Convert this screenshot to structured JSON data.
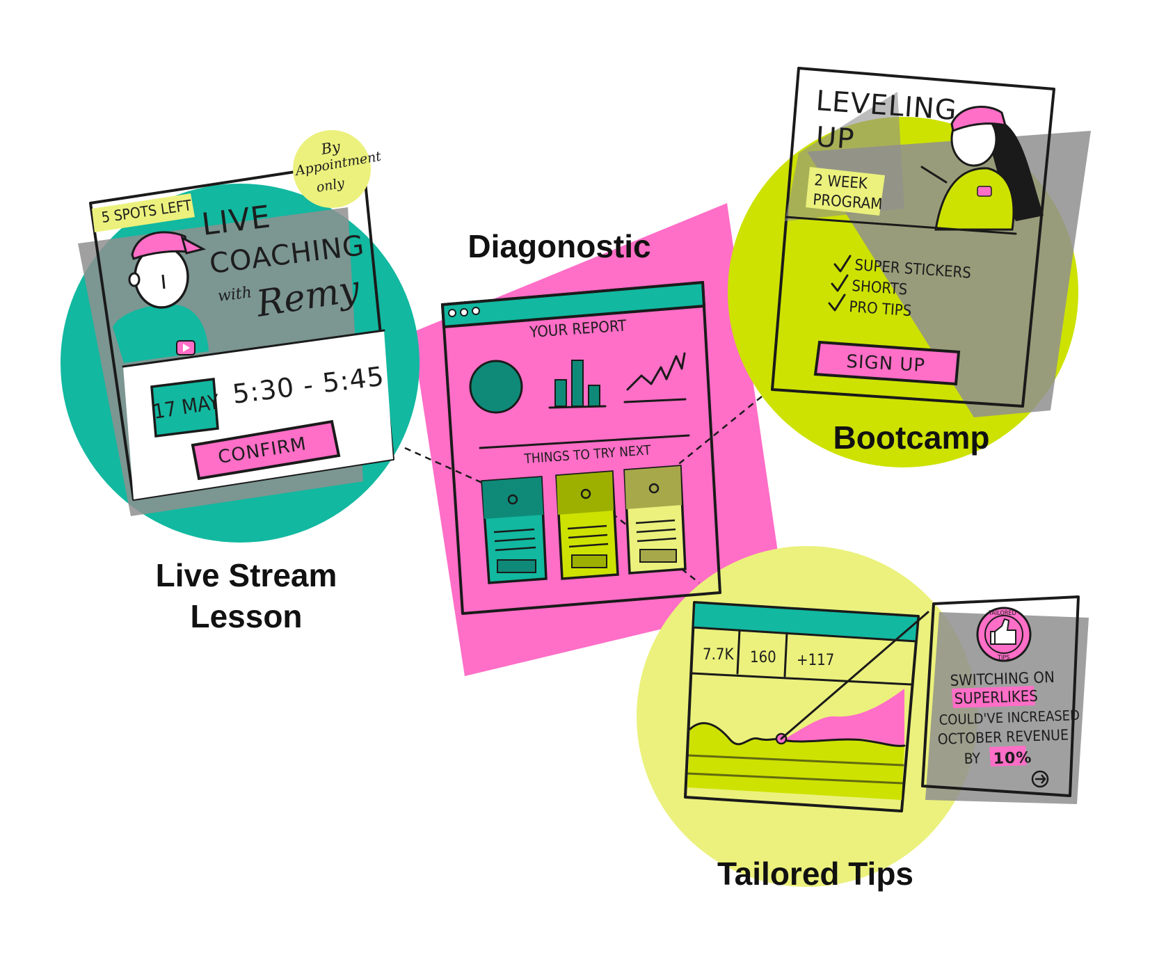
{
  "colors": {
    "teal": "#12b8a0",
    "dark_teal": "#0f8a78",
    "lime": "#cde200",
    "pale_lime": "#ebf17c",
    "pink": "#ff6ec7",
    "gray": "#8f8f8f"
  },
  "labels": {
    "live_stream": [
      "Live Stream",
      "Lesson"
    ],
    "diagnostic": "Diagonostic",
    "bootcamp": "Bootcamp",
    "tailored_tips": "Tailored Tips"
  },
  "live_card": {
    "spots_badge": "5 SPOTS LEFT",
    "appointment": [
      "By",
      "Appointment",
      "only"
    ],
    "title": [
      "LIVE",
      "COACHING"
    ],
    "with": "with",
    "host": "Remy",
    "date": "17 MAY",
    "time": "5:30 - 5:45",
    "confirm": "CONFIRM",
    "icons": {
      "avatar": "coach-illustration",
      "play": "play-icon"
    }
  },
  "report": {
    "title": "YOUR REPORT",
    "section": "THINGS TO TRY NEXT",
    "icons": {
      "circle": "pie-icon",
      "bars": "bar-chart-icon",
      "line": "line-chart-icon"
    }
  },
  "bootcamp_card": {
    "title": [
      "LEVELING",
      "UP"
    ],
    "badge": [
      "2 WEEK",
      "PROGRAM"
    ],
    "checklist": [
      "SUPER STICKERS",
      "SHORTS",
      "PRO TIPS"
    ],
    "signup": "SIGN UP",
    "icons": {
      "check": "check-icon",
      "person": "woman-illustration"
    }
  },
  "tips": {
    "stats": [
      "7.7K",
      "160",
      "+117"
    ],
    "seal": [
      "TAILORED",
      "TIPS"
    ],
    "message": [
      "SWITCHING ON",
      "SUPERLIKES",
      "COULD'VE INCREASED",
      "OCTOBER REVENUE",
      "BY"
    ],
    "percent": "10%",
    "icons": {
      "thumb": "thumbs-up-icon",
      "arrow": "arrow-right-circle-icon"
    }
  }
}
